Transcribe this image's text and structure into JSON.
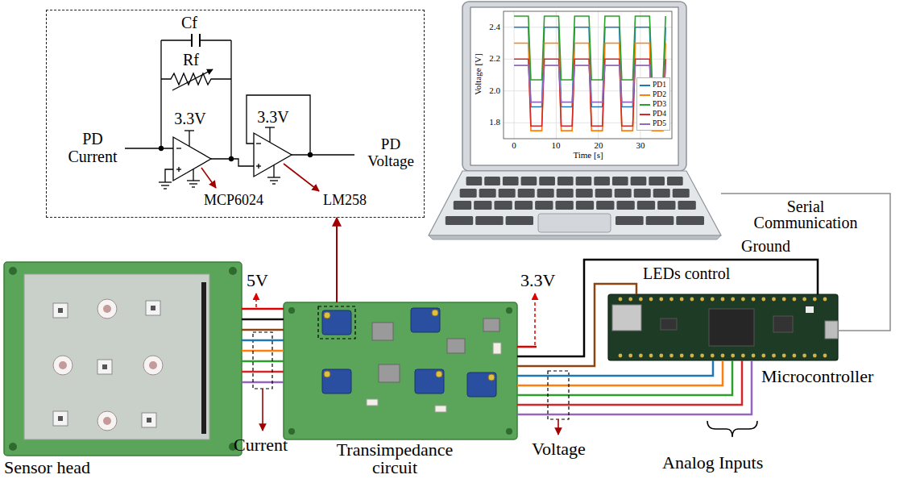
{
  "diagram": {
    "nodes": [
      {
        "text": [
          "Cf",
          "Rf",
          "3.3V",
          "3.3V",
          "PD Current",
          "PD Voltage",
          "MCP6024",
          "LM258"
        ]
      },
      {
        "text": [
          "Voltage [V]",
          "2.4",
          "2.2",
          "2.0",
          "1.8",
          "0",
          "10",
          "20",
          "30",
          "Time [s]"
        ]
      },
      {
        "text": [
          "Sensor head"
        ]
      },
      {
        "text": [
          "Transimpedance circuit"
        ]
      },
      {
        "text": [
          "Microcontroller"
        ]
      }
    ],
    "edges": [
      {
        "from": 3,
        "to": 0,
        "arrow": "to"
      },
      {
        "from": 4,
        "to": 1,
        "label": "Serial Communication",
        "arrow": "none"
      },
      {
        "from": 4,
        "to": 3,
        "label": "Ground",
        "arrow": "none"
      },
      {
        "from": 4,
        "to": 3,
        "label": "LEDs control",
        "arrow": "none"
      },
      {
        "from": 2,
        "to": 3,
        "label": "Current",
        "arrow": "none"
      },
      {
        "from": 3,
        "to": 4,
        "label": "Voltage",
        "arrow": "none"
      }
    ],
    "labels": [
      "5V",
      "3.3V",
      "Analog Inputs"
    ],
    "legend": [
      {
        "text": "PD1",
        "color": "#1f77b4"
      },
      {
        "text": "PD2",
        "color": "#ff7f0e"
      },
      {
        "text": "PD3",
        "color": "#2ca02c"
      },
      {
        "text": "PD4",
        "color": "#d62728"
      },
      {
        "text": "PD5",
        "color": "#9467bd"
      }
    ]
  }
}
